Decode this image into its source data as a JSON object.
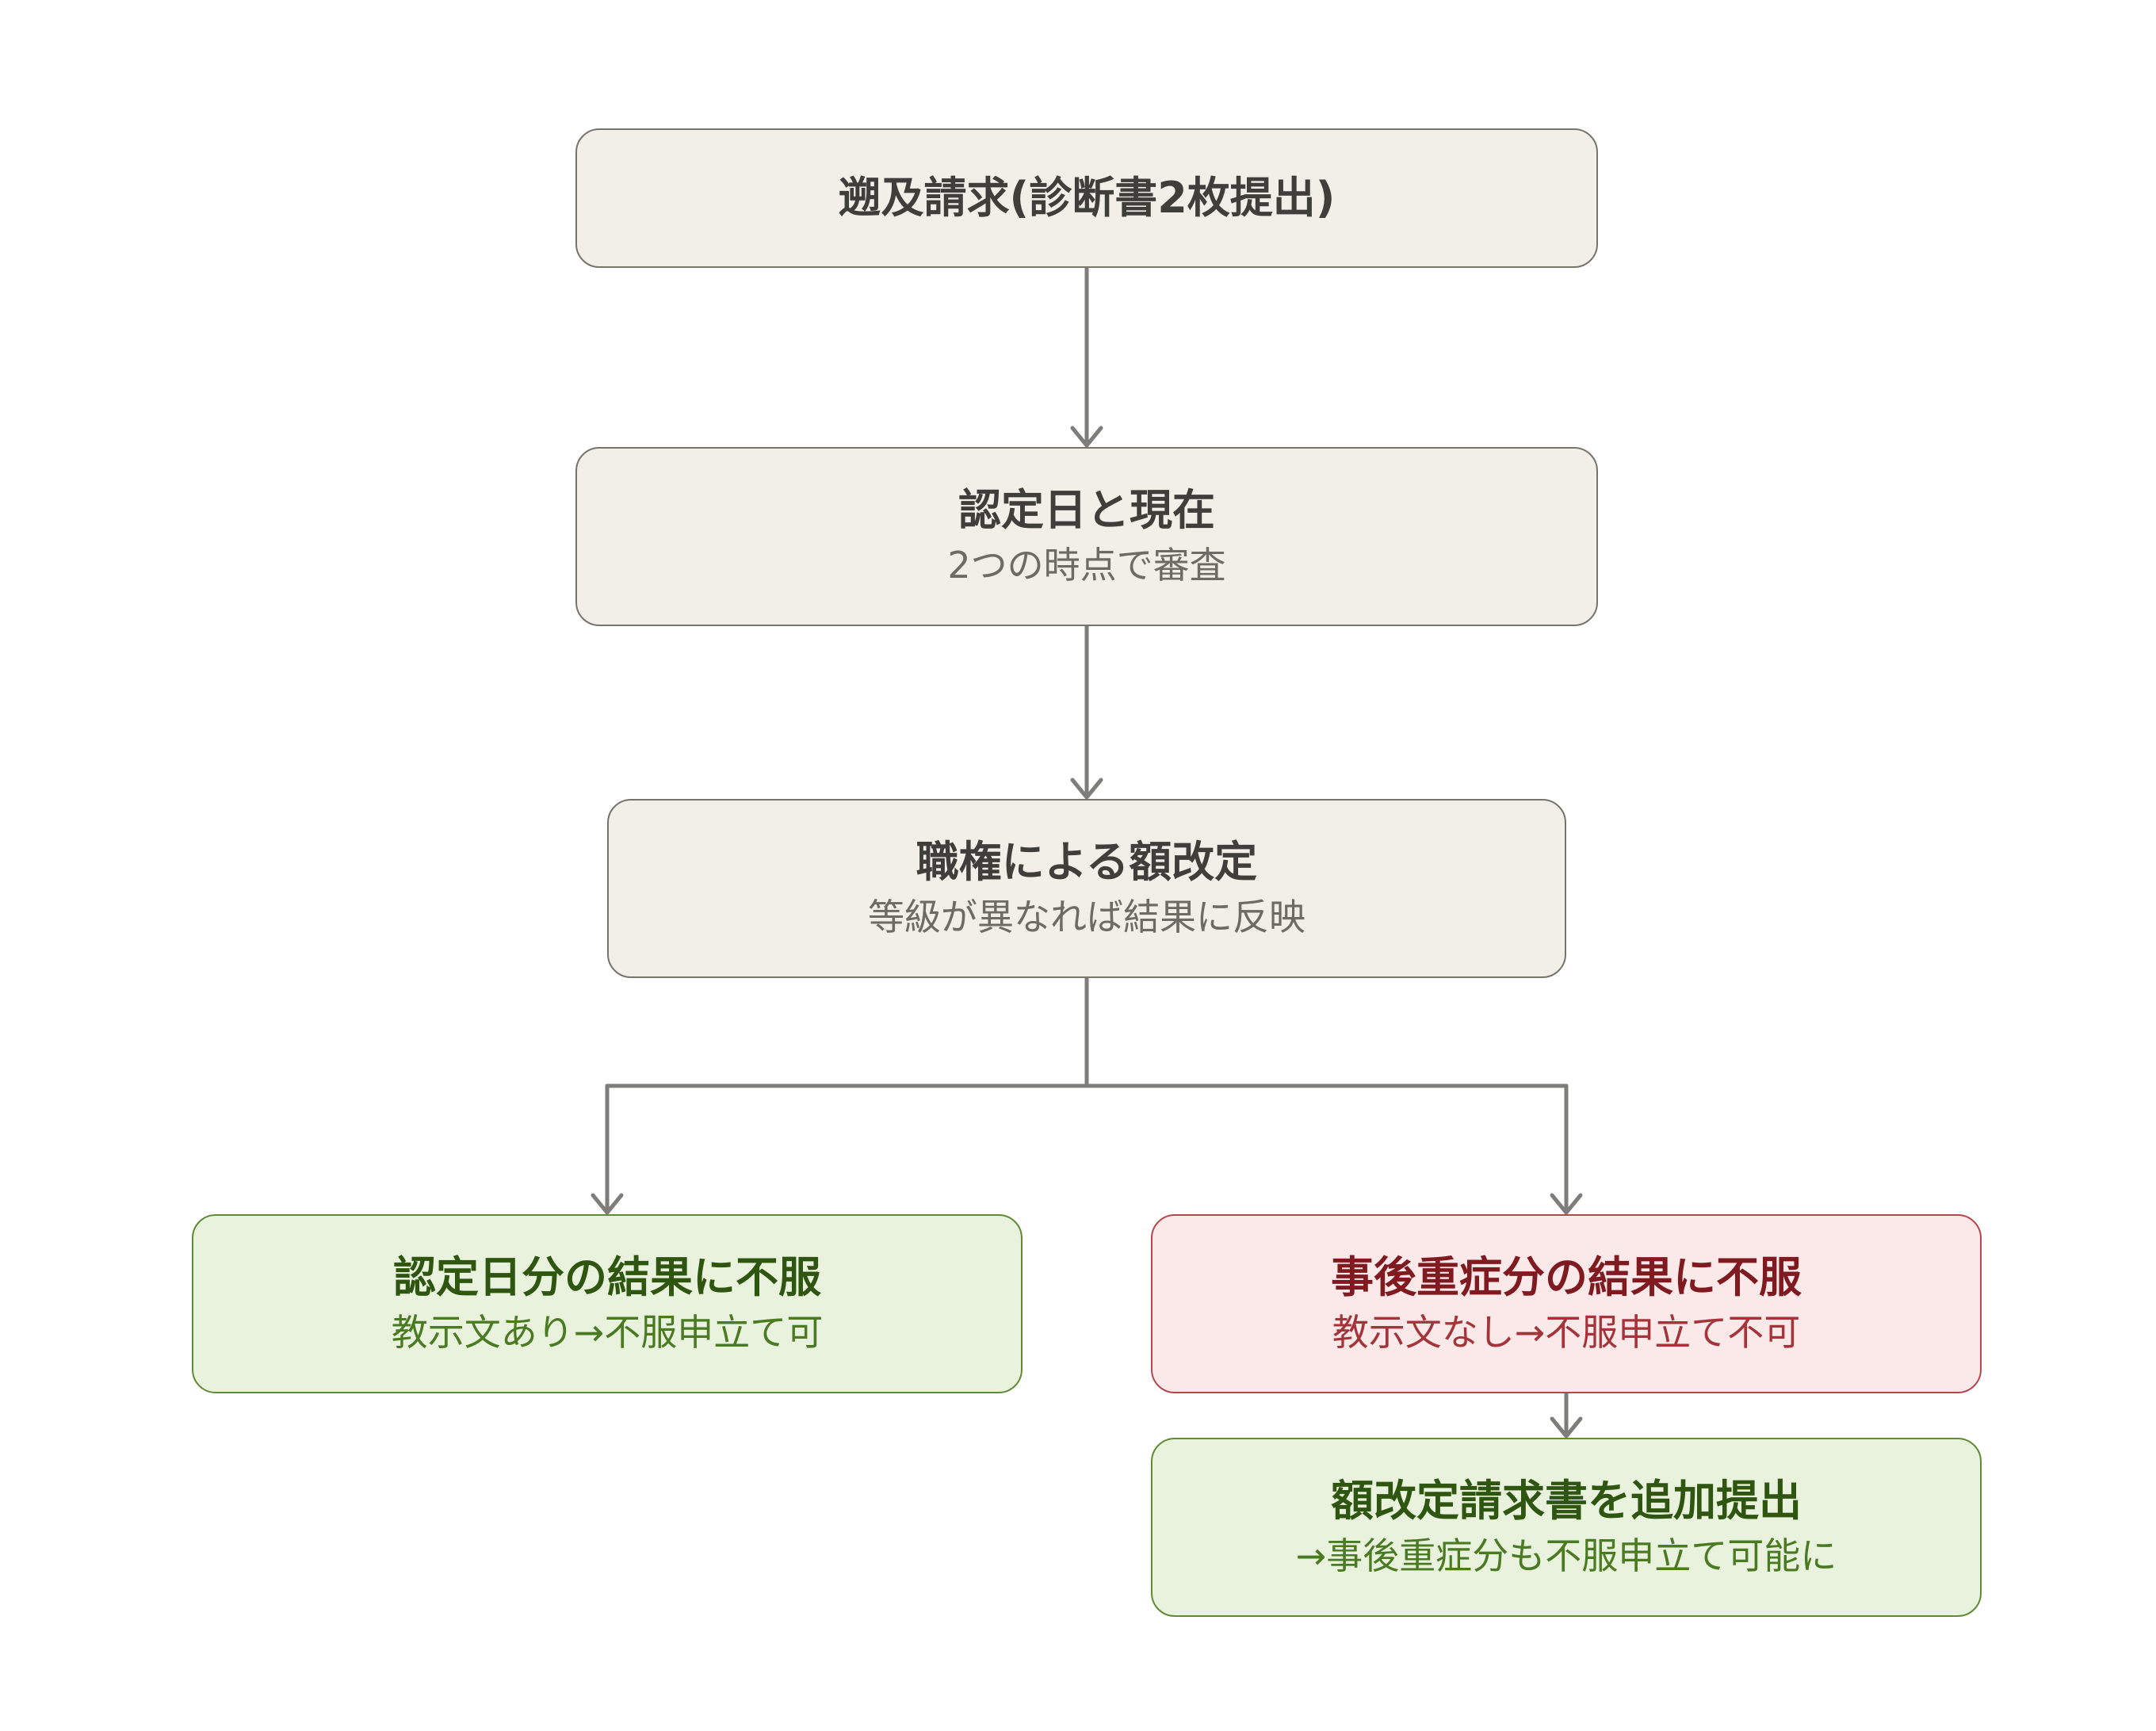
{
  "nodes": {
    "retroactive_claim": {
      "title": "遡及請求(診断書2枚提出)"
    },
    "two_points": {
      "title": "認定日と現在",
      "sub": "2つの時点で審査"
    },
    "ex_officio": {
      "title": "職権による額改定",
      "sub": "等級が異なれば結果に反映"
    },
    "certification_appeal": {
      "title": "認定日分の結果に不服",
      "sub": "教示文あり→不服申立て可"
    },
    "post_onset_appeal": {
      "title": "事後重症分の結果に不服",
      "sub": "教示文なし→不服申立て不可"
    },
    "additional_claim": {
      "title": "額改定請求書を追加提出",
      "sub": "→事後重症分も不服申立て可能に"
    }
  },
  "colors": {
    "connector": "#7d7d7b",
    "neutral_fill": "#f1efe8",
    "green_fill": "#e9f2dd",
    "red_fill": "#fbe9ea"
  }
}
